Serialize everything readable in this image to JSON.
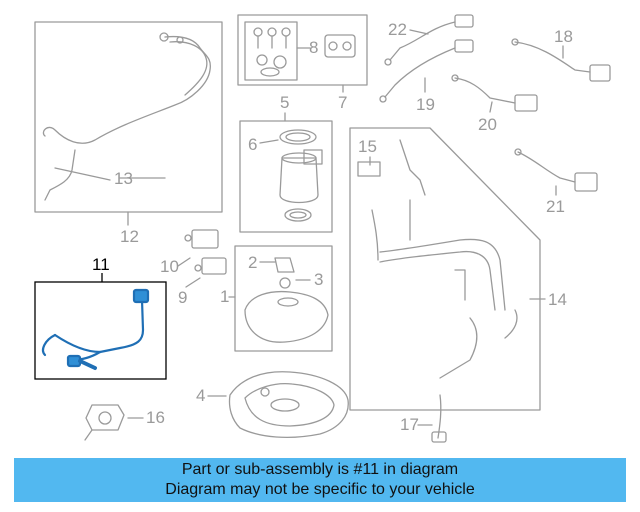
{
  "diagram": {
    "callouts": [
      "1",
      "2",
      "3",
      "4",
      "5",
      "6",
      "7",
      "8",
      "9",
      "10",
      "11",
      "12",
      "13",
      "14",
      "15",
      "16",
      "17",
      "18",
      "19",
      "20",
      "21",
      "22"
    ],
    "highlighted_part": "11",
    "colors": {
      "line": "#9a9a9a",
      "highlight_line": "#000000",
      "highlight_part": "#1f6fb5",
      "banner": "#52b8f0"
    }
  },
  "banner": {
    "line1": "Part or sub-assembly is #11 in diagram",
    "line2": "Diagram may not be specific to your vehicle"
  }
}
